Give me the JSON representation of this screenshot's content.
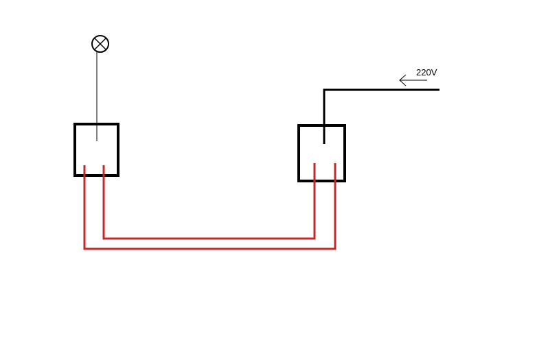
{
  "diagram": {
    "supply_label": "220V",
    "colors": {
      "wire_black": "#000000",
      "traveler_red": "#c62828",
      "background": "#ffffff"
    },
    "components": {
      "lamp": "lamp-icon",
      "switch_left": "switch-box",
      "switch_right": "switch-box",
      "supply_arrow": "arrow-left-icon"
    }
  }
}
